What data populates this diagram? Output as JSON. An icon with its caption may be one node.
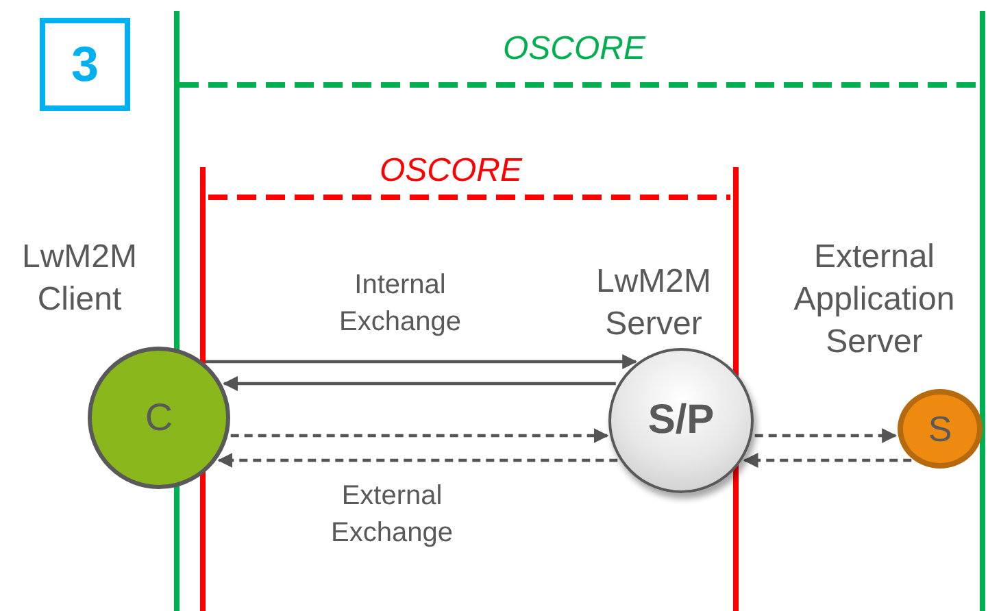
{
  "diagram": {
    "nodes": [
      {
        "text": [
          "3"
        ]
      },
      {
        "text": [
          "C"
        ],
        "beside": [
          "LwM2M Client"
        ]
      },
      {
        "text": [
          "S/P"
        ],
        "beside": [
          "LwM2M Server"
        ]
      },
      {
        "text": [
          "S"
        ],
        "beside": [
          "External Application Server"
        ]
      }
    ],
    "edges": [
      {
        "from": 1,
        "to": 2,
        "arrow": "to",
        "label": "Internal Exchange"
      },
      {
        "from": 2,
        "to": 1,
        "arrow": "to"
      },
      {
        "from": 1,
        "to": 2,
        "arrow": "to",
        "style": "dashed"
      },
      {
        "from": 2,
        "to": 1,
        "arrow": "to",
        "style": "dashed",
        "label": "External Exchange"
      },
      {
        "from": 2,
        "to": 3,
        "arrow": "to",
        "style": "dashed"
      },
      {
        "from": 3,
        "to": 2,
        "arrow": "to",
        "style": "dashed"
      }
    ],
    "labels": [
      "OSCORE",
      "OSCORE"
    ]
  }
}
